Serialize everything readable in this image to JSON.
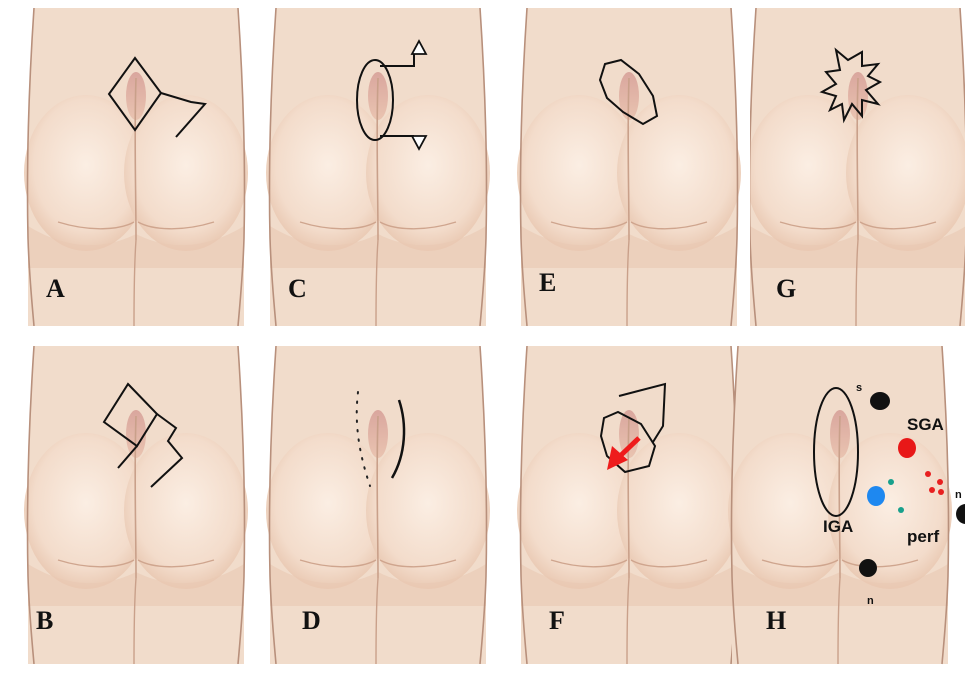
{
  "panels": [
    {
      "id": "A",
      "letter": "A"
    },
    {
      "id": "B",
      "letter": "B"
    },
    {
      "id": "C",
      "letter": "C"
    },
    {
      "id": "D",
      "letter": "D"
    },
    {
      "id": "E",
      "letter": "E"
    },
    {
      "id": "F",
      "letter": "F"
    },
    {
      "id": "G",
      "letter": "G"
    },
    {
      "id": "H",
      "letter": "H"
    }
  ],
  "h_labels": {
    "sga": "SGA",
    "iga": "IGA",
    "perf": "perf",
    "top_marker": "s",
    "bottom_marker": "n",
    "right_marker": "n"
  },
  "colors": {
    "skin": "#f1dccb",
    "skin_light": "#fbeee3",
    "skin_shadow": "#e2bca3",
    "outline": "#c9a08a",
    "lesion": "#cf8f8a",
    "line": "#111111",
    "red_arrow": "#ee1c1c",
    "sga_dot": "#e81818",
    "iga_dot": "#1e88f0",
    "perf_dot": "#e82020",
    "teal_dot": "#18a08c"
  }
}
